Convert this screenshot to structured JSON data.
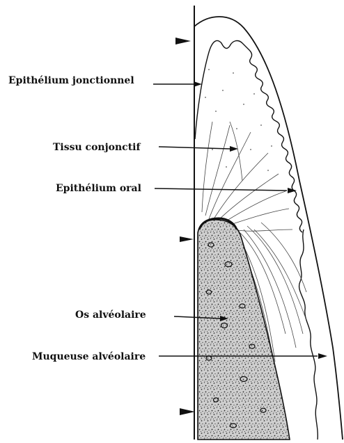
{
  "labels": {
    "junctional_epithelium": "Epithélium jonctionnel",
    "connective_tissue": "Tissu conjonctif",
    "oral_epithelium": "Epithélium oral",
    "alveolar_bone": "Os alvéolaire",
    "alveolar_mucosa": "Muqueuse alvéolaire"
  },
  "colors": {
    "ink": "#111111",
    "background": "#ffffff",
    "bone_fill": "#d9d9d9"
  }
}
